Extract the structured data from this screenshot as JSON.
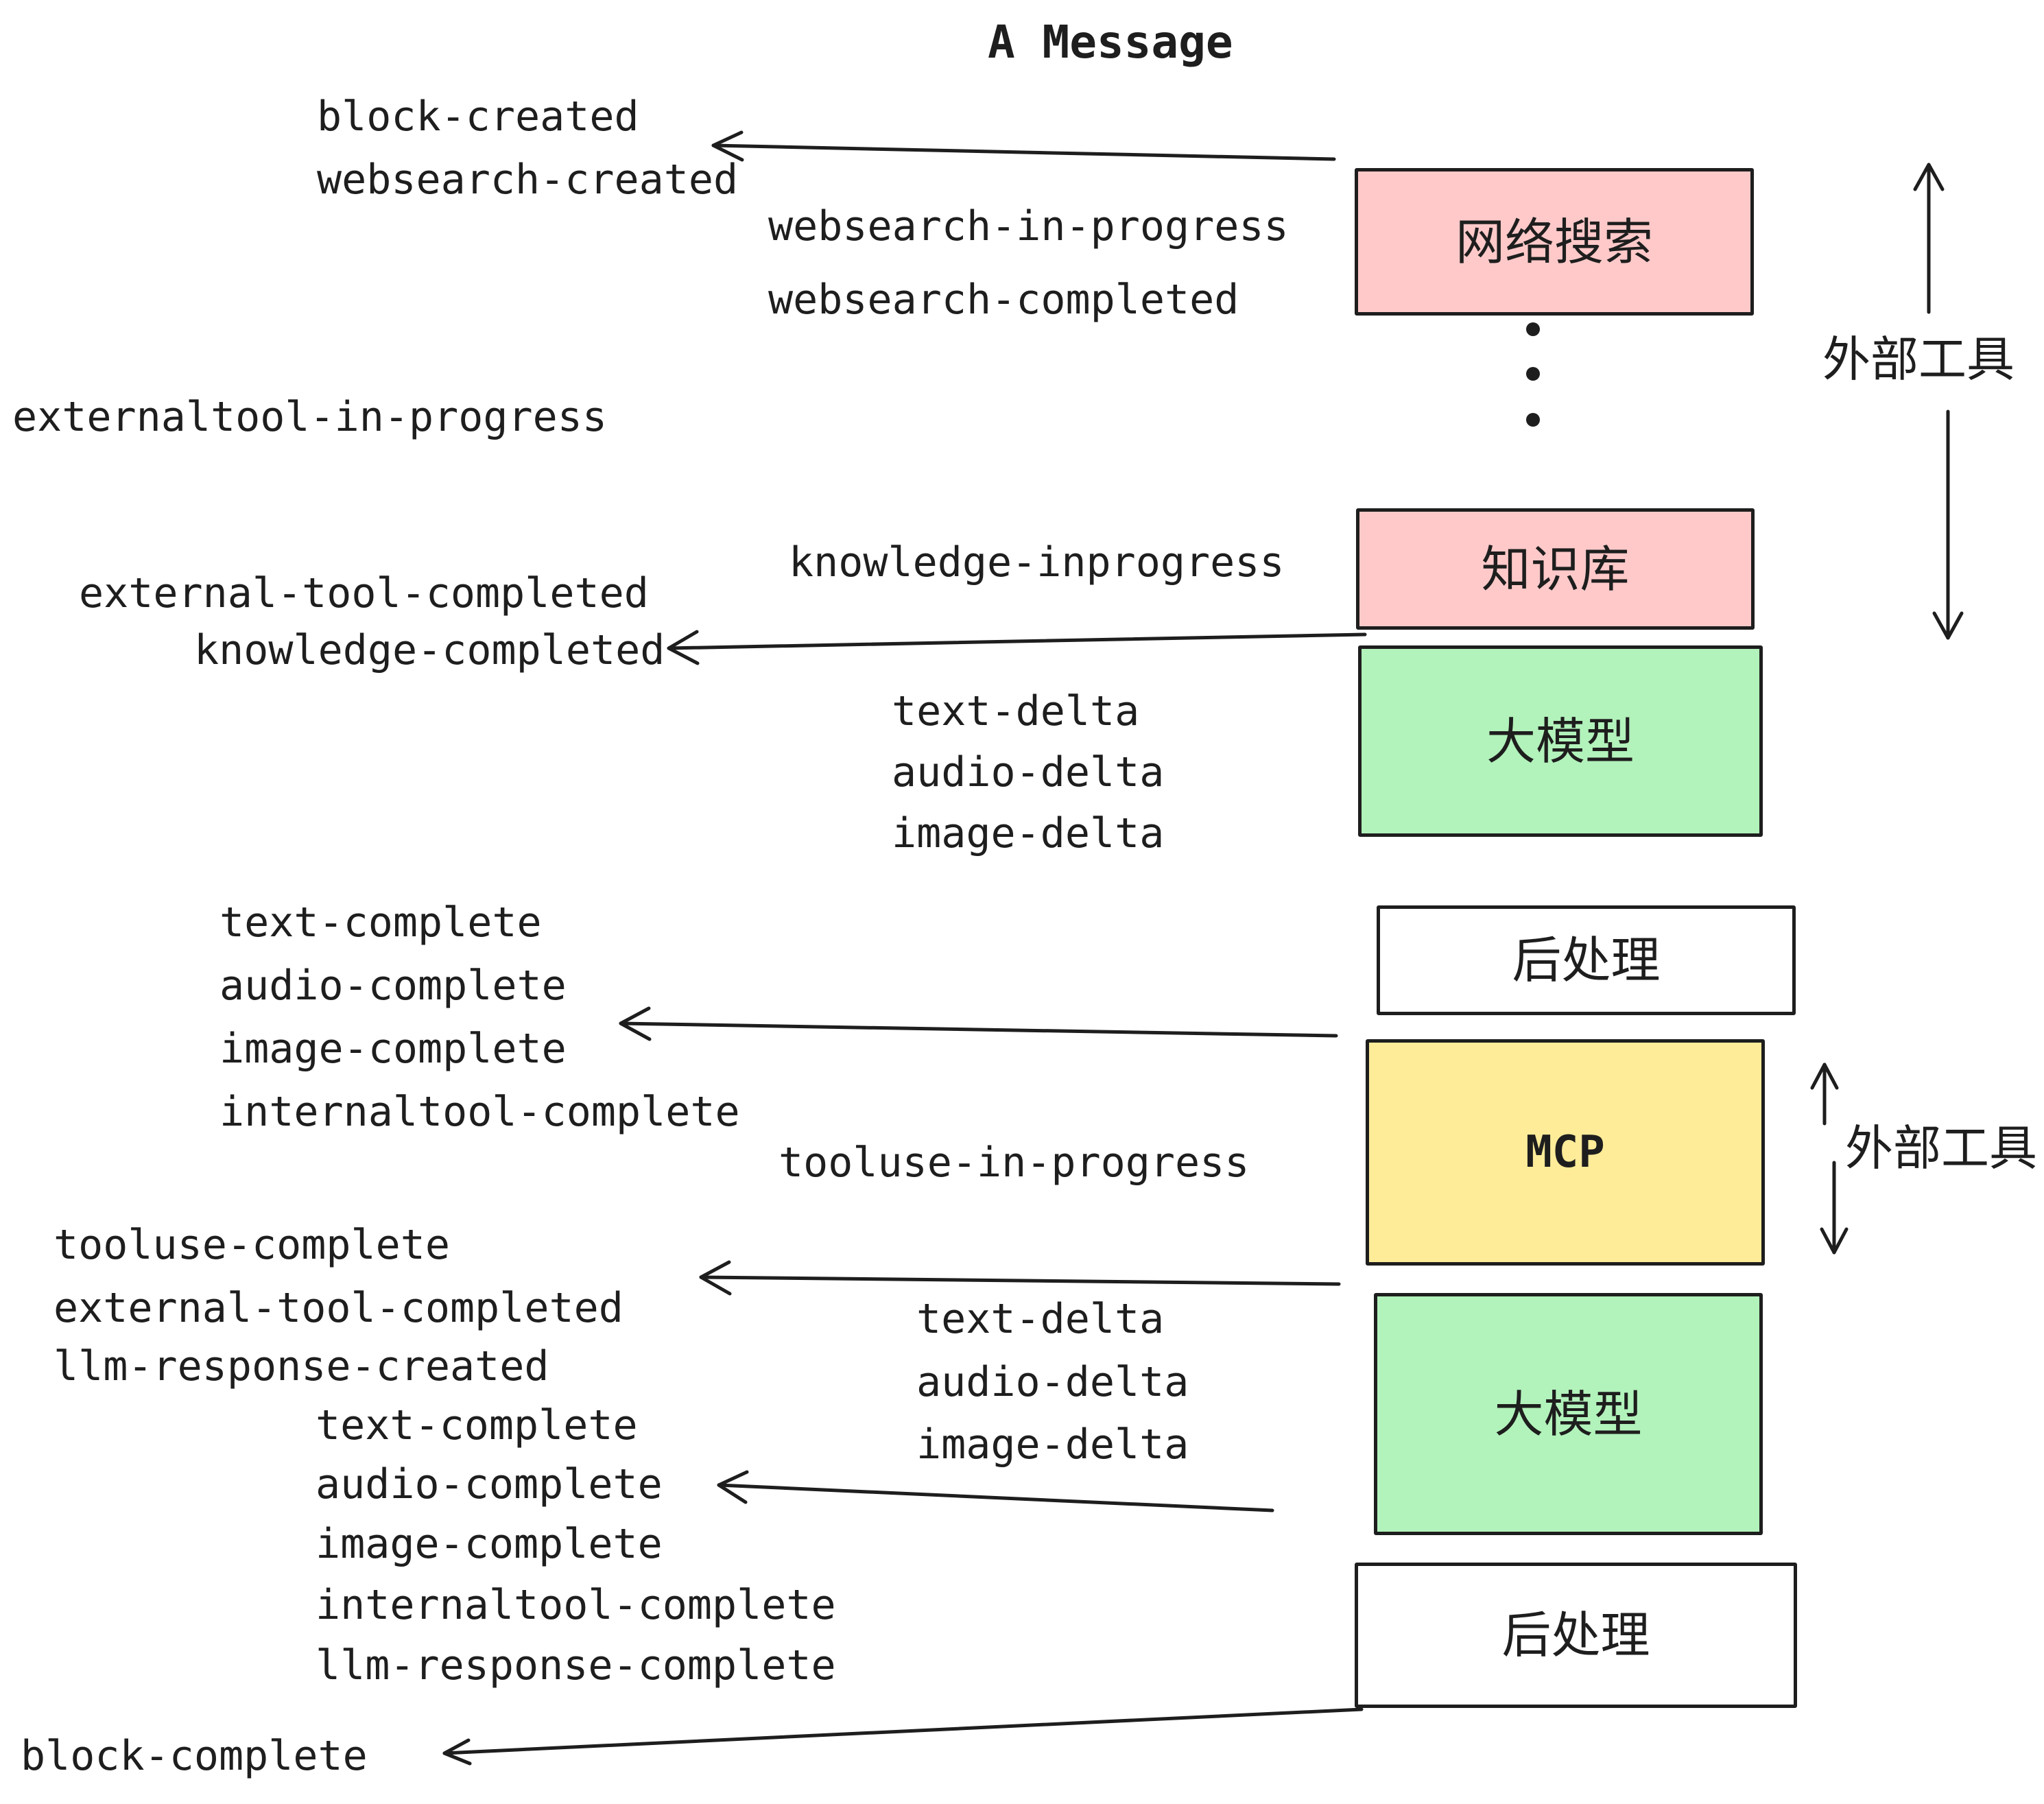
{
  "title": "A Message",
  "colors": {
    "background": "#ffffff",
    "stroke": "#1e1e1e",
    "box_pink": "#ffc9c9",
    "box_green": "#b2f2bb",
    "box_yellow": "#ffec99",
    "box_white": "#ffffff"
  },
  "boxes": [
    {
      "id": "websearch",
      "label": "网络搜索",
      "color": "#ffc9c9"
    },
    {
      "id": "knowledge",
      "label": "知识库",
      "color": "#ffc9c9"
    },
    {
      "id": "llm-1",
      "label": "大模型",
      "color": "#b2f2bb"
    },
    {
      "id": "post-1",
      "label": "后处理",
      "color": "#ffffff"
    },
    {
      "id": "mcp",
      "label": "MCP",
      "color": "#ffec99"
    },
    {
      "id": "llm-2",
      "label": "大模型",
      "color": "#b2f2bb"
    },
    {
      "id": "post-2",
      "label": "后处理",
      "color": "#ffffff"
    }
  ],
  "side_labels": [
    {
      "text": "外部工具"
    },
    {
      "text": "外部工具"
    }
  ],
  "icons": {
    "ellipsis": "vertical-ellipsis"
  },
  "events": {
    "block_created": "block-created",
    "websearch_created": "websearch-created",
    "websearch_in_progress": "websearch-in-progress",
    "websearch_completed": "websearch-completed",
    "externaltool_in_progress": "externaltool-in-progress",
    "knowledge_inprogress": "knowledge-inprogress",
    "external_tool_completed_1": "external-tool-completed",
    "knowledge_completed": "knowledge-completed",
    "text_delta_1": "text-delta",
    "audio_delta_1": "audio-delta",
    "image_delta_1": "image-delta",
    "text_complete_1": "text-complete",
    "audio_complete_1": "audio-complete",
    "image_complete_1": "image-complete",
    "internaltool_complete_1": "internaltool-complete",
    "tooluse_in_progress": "tooluse-in-progress",
    "tooluse_complete": "tooluse-complete",
    "external_tool_completed_2": "external-tool-completed",
    "llm_response_created": "llm-response-created",
    "text_delta_2": "text-delta",
    "audio_delta_2": "audio-delta",
    "image_delta_2": "image-delta",
    "text_complete_2": "text-complete",
    "audio_complete_2": "audio-complete",
    "image_complete_2": "image-complete",
    "internaltool_complete_2": "internaltool-complete",
    "llm_response_complete": "llm-response-complete",
    "block_complete": "block-complete"
  }
}
